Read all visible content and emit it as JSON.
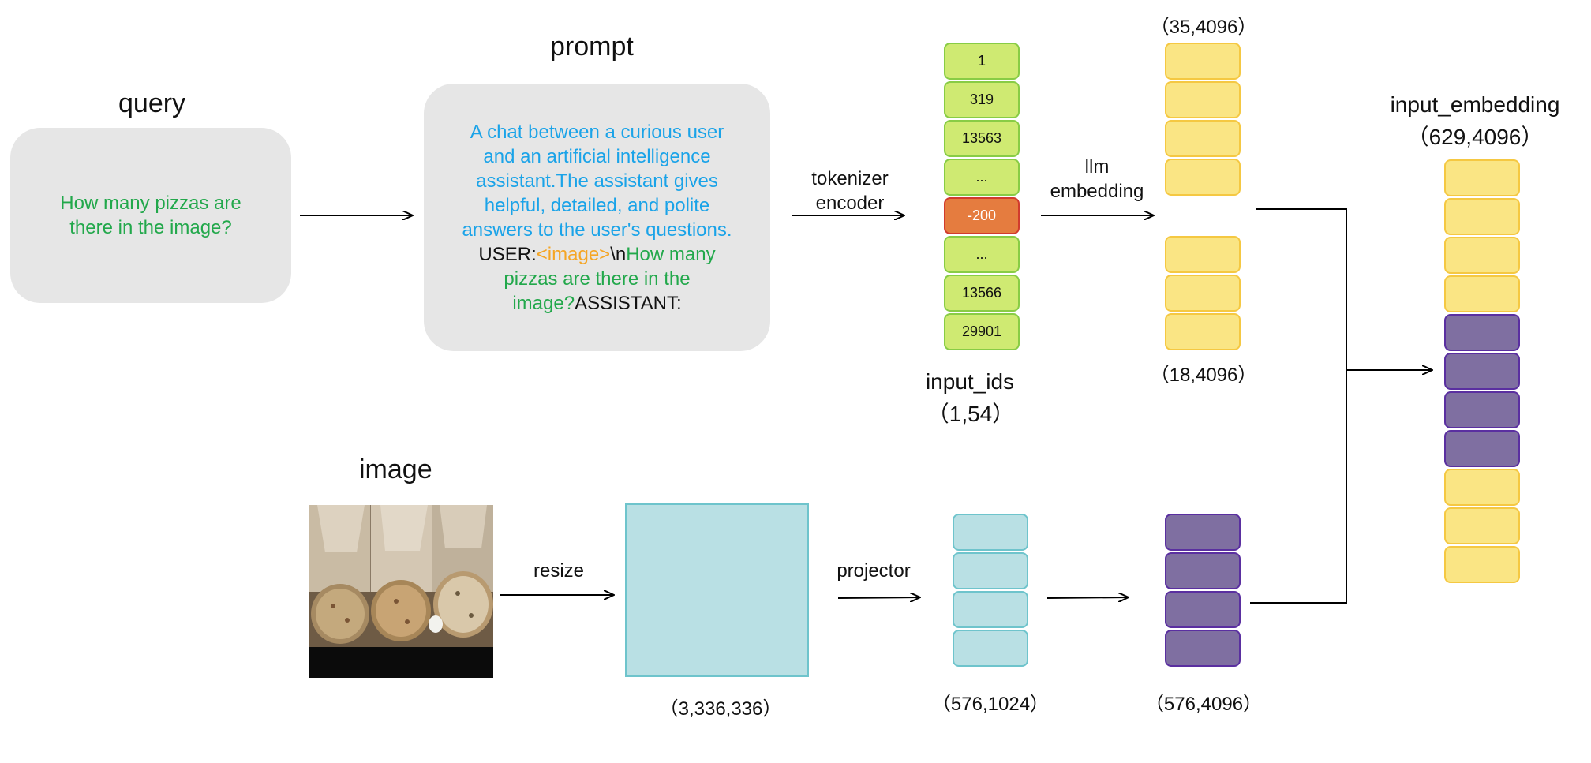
{
  "query": {
    "title": "query",
    "text": "How many pizzas are there in the image?"
  },
  "prompt": {
    "title": "prompt",
    "system_line1": "A chat between a curious user",
    "system_line2": "and an artificial intelligence",
    "system_line3": "assistant.The assistant gives",
    "system_line4": "helpful, detailed, and polite",
    "system_line5": "answers to the user's questions.",
    "user_prefix": "USER:",
    "image_token": "<image>",
    "newline": "\\n",
    "question_part1": "How many",
    "question_part2": "pizzas are there in the",
    "question_part3": "image?",
    "assistant_suffix": "ASSISTANT:"
  },
  "tokenizer": {
    "label_line1": "tokenizer",
    "label_line2": "encoder",
    "ids": [
      "1",
      "319",
      "13563",
      "...",
      "-200",
      "...",
      "13566",
      "29901"
    ],
    "caption": "input_ids",
    "shape": "（1,54）"
  },
  "llm_embedding": {
    "label_line1": "llm",
    "label_line2": "embedding",
    "top_shape": "（35,4096）",
    "bottom_shape": "（18,4096）"
  },
  "image": {
    "title": "image",
    "resize_label": "resize",
    "resized_shape": "（3,336,336）",
    "projector_label": "projector",
    "vision_shape": "（576,1024）",
    "projected_shape": "（576,4096）"
  },
  "output": {
    "title": "input_embedding",
    "shape": "（629,4096）"
  },
  "colors": {
    "text_token": "#fae584",
    "image_token": "#7f6fa1",
    "token_id": "#cfea72",
    "image_placeholder_id": "#e57c3f",
    "vision_feature": "#b9e0e4"
  }
}
